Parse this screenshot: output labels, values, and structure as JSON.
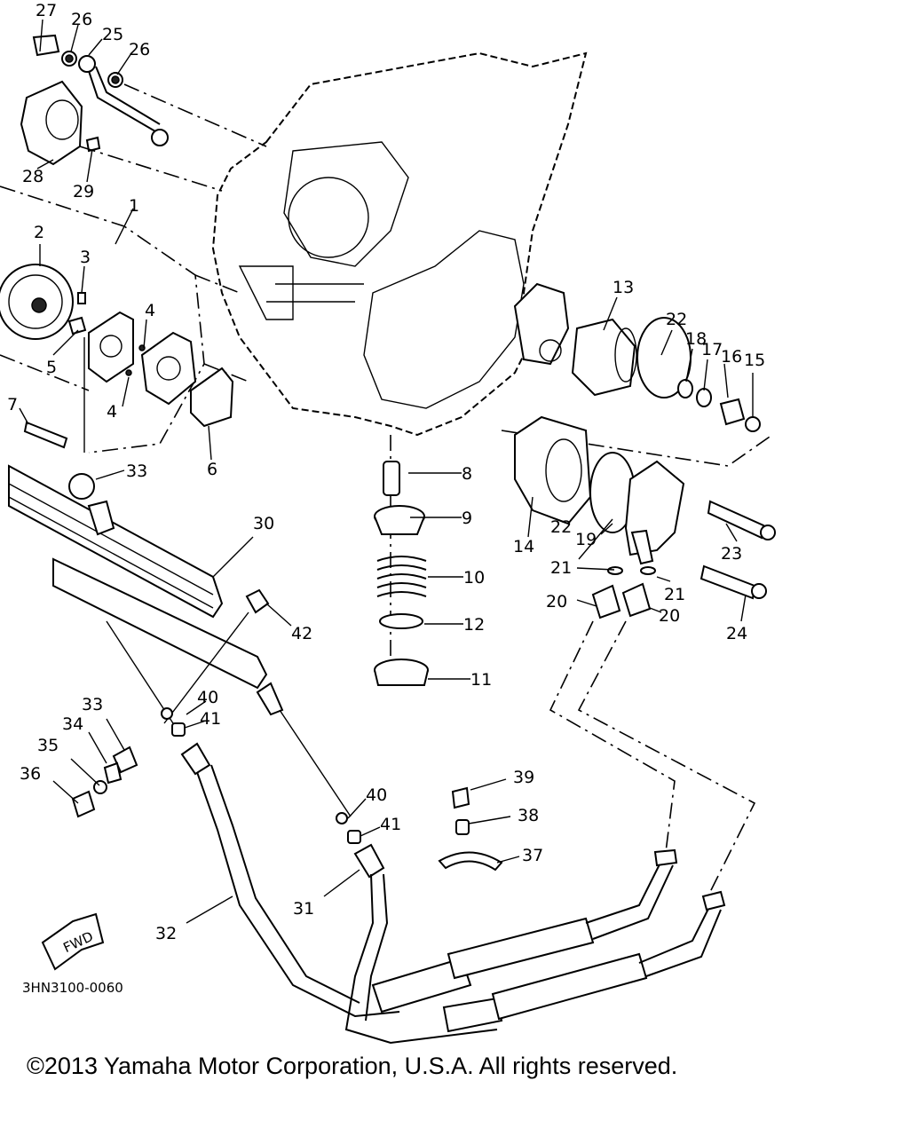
{
  "diagram": {
    "drawing_code": "3HN3100-0060",
    "fwd_label": "FWD",
    "copyright": "©2013 Yamaha Motor Corporation, U.S.A. All rights reserved.",
    "callouts": [
      {
        "text": "27"
      },
      {
        "text": "26"
      },
      {
        "text": "25"
      },
      {
        "text": "26"
      },
      {
        "text": "28"
      },
      {
        "text": "29"
      },
      {
        "text": "1"
      },
      {
        "text": "2"
      },
      {
        "text": "3"
      },
      {
        "text": "4"
      },
      {
        "text": "5"
      },
      {
        "text": "4"
      },
      {
        "text": "7"
      },
      {
        "text": "6"
      },
      {
        "text": "13"
      },
      {
        "text": "22"
      },
      {
        "text": "18"
      },
      {
        "text": "17"
      },
      {
        "text": "16"
      },
      {
        "text": "15"
      },
      {
        "text": "8"
      },
      {
        "text": "9"
      },
      {
        "text": "10"
      },
      {
        "text": "12"
      },
      {
        "text": "11"
      },
      {
        "text": "33"
      },
      {
        "text": "30"
      },
      {
        "text": "42"
      },
      {
        "text": "14"
      },
      {
        "text": "22"
      },
      {
        "text": "19"
      },
      {
        "text": "23"
      },
      {
        "text": "21"
      },
      {
        "text": "21"
      },
      {
        "text": "20"
      },
      {
        "text": "20"
      },
      {
        "text": "24"
      },
      {
        "text": "33"
      },
      {
        "text": "40"
      },
      {
        "text": "41"
      },
      {
        "text": "34"
      },
      {
        "text": "35"
      },
      {
        "text": "36"
      },
      {
        "text": "39"
      },
      {
        "text": "38"
      },
      {
        "text": "37"
      },
      {
        "text": "40"
      },
      {
        "text": "41"
      },
      {
        "text": "31"
      },
      {
        "text": "32"
      }
    ]
  }
}
